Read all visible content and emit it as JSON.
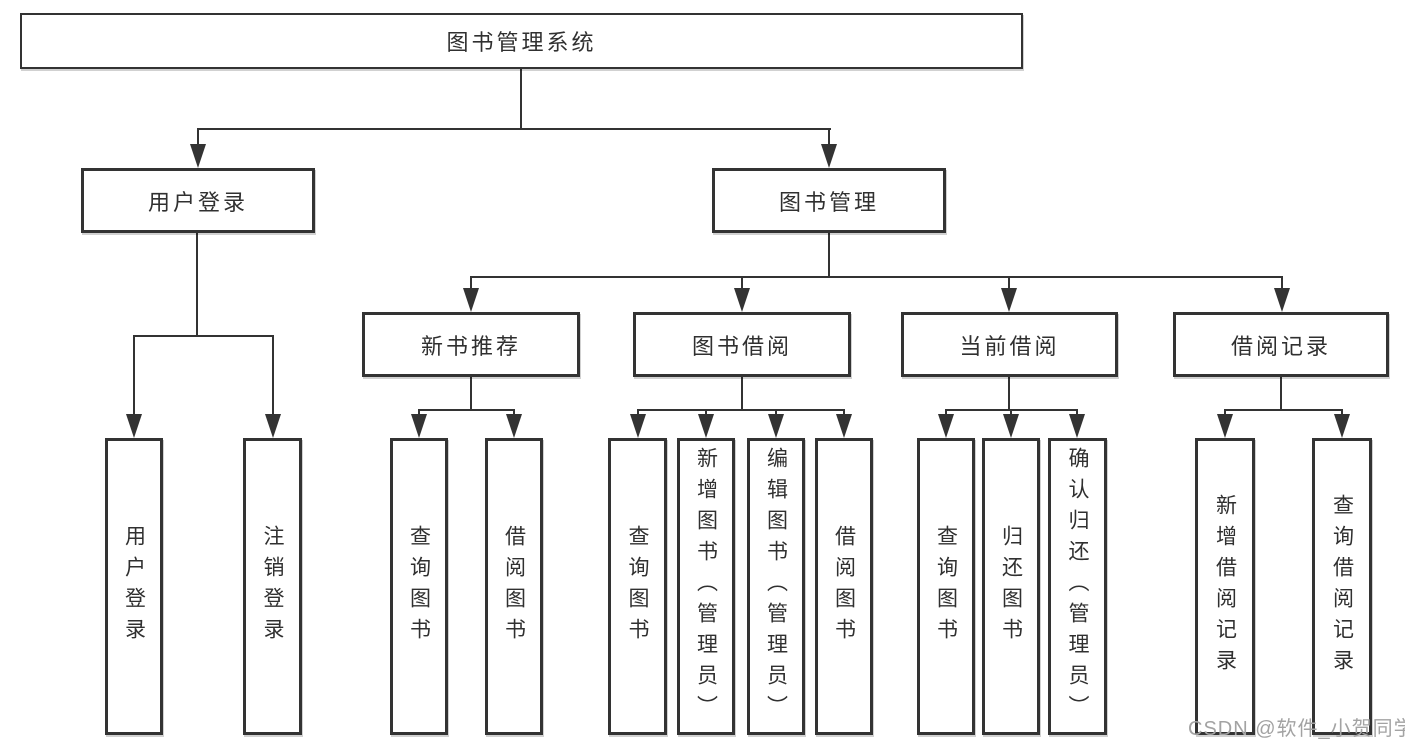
{
  "colors": {
    "line": "#333333",
    "text": "#303030",
    "watermark": "#a3a3a3"
  },
  "watermark": {
    "text": "CSDN @软件_小贺同学"
  },
  "root": {
    "label": "图书管理系统"
  },
  "branches": {
    "user_login": {
      "label": "用户登录",
      "children": [
        {
          "label": "用户登录"
        },
        {
          "label": "注销登录"
        }
      ]
    },
    "book_mgmt": {
      "label": "图书管理",
      "children": [
        {
          "label": "新书推荐",
          "children": [
            {
              "label": "查询图书"
            },
            {
              "label": "借阅图书"
            }
          ]
        },
        {
          "label": "图书借阅",
          "children": [
            {
              "label": "查询图书"
            },
            {
              "label": "新增图书（管理员）"
            },
            {
              "label": "编辑图书（管理员）"
            },
            {
              "label": "借阅图书"
            }
          ]
        },
        {
          "label": "当前借阅",
          "children": [
            {
              "label": "查询图书"
            },
            {
              "label": "归还图书"
            },
            {
              "label": "确认归还（管理员）"
            }
          ]
        },
        {
          "label": "借阅记录",
          "children": [
            {
              "label": "新增借阅记录"
            },
            {
              "label": "查询借阅记录"
            }
          ]
        }
      ]
    }
  }
}
